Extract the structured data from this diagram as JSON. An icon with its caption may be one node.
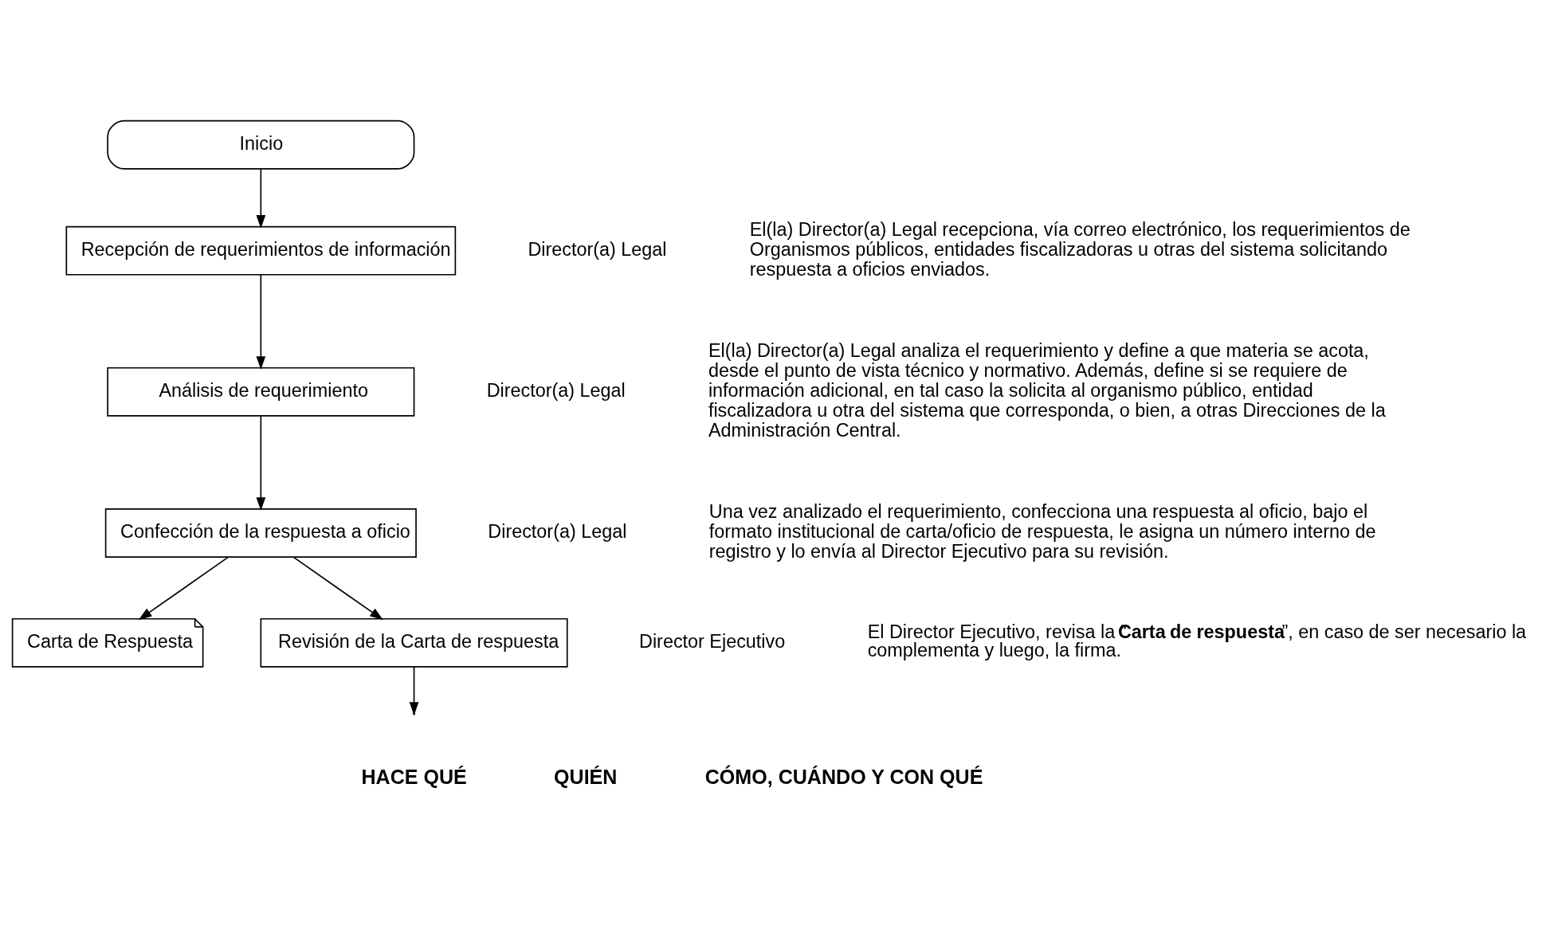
{
  "diagram": {
    "nodes": [
      {
        "text": [
          "Inicio"
        ]
      },
      {
        "text": [
          "Recepción de requerimientos de información"
        ]
      },
      {
        "text": [
          "Análisis de requerimiento"
        ]
      },
      {
        "text": [
          "Confección de la respuesta a oficio"
        ]
      },
      {
        "text": [
          "Carta de Respuesta"
        ]
      },
      {
        "text": [
          "Revisión de la Carta de respuesta"
        ]
      }
    ],
    "edges": [
      {
        "from": 0,
        "to": 1,
        "arrow": "to"
      },
      {
        "from": 1,
        "to": 2,
        "arrow": "to"
      },
      {
        "from": 2,
        "to": 3,
        "arrow": "to"
      },
      {
        "from": 3,
        "to": 4,
        "arrow": "to"
      },
      {
        "from": 3,
        "to": 5,
        "arrow": "to"
      },
      {
        "from": 5,
        "to": null,
        "arrow": "to"
      }
    ],
    "labels": [
      "Director(a) Legal",
      "El(la) Director(a) Legal recepciona, vía correo electrónico, los requerimientos de Organismos públicos, entidades fiscalizadoras u otras del sistema solicitando respuesta a oficios enviados.",
      "Director(a) Legal",
      "El(la) Director(a) Legal analiza el requerimiento y define a que materia se acota, desde el punto de vista técnico y normativo. Además, define si se requiere de información adicional, en tal caso la solicita al organismo público, entidad fiscalizadora u otra del sistema que corresponda, o bien, a otras Direcciones de la Administración Central.",
      "Director(a) Legal",
      "Una vez analizado el requerimiento, confecciona una respuesta al oficio, bajo el formato institucional de carta/oficio de respuesta, le asigna un número interno de registro y lo envía al Director Ejecutivo para su revisión.",
      "Director Ejecutivo",
      "El Director Ejecutivo, revisa la “**Carta de respuesta**”, en caso de ser necesario la complementa y luego, la firma.",
      "QUIÉN",
      "HACE QUÉ",
      "CÓMO, CUÁNDO Y CON QUÉ"
    ]
  }
}
